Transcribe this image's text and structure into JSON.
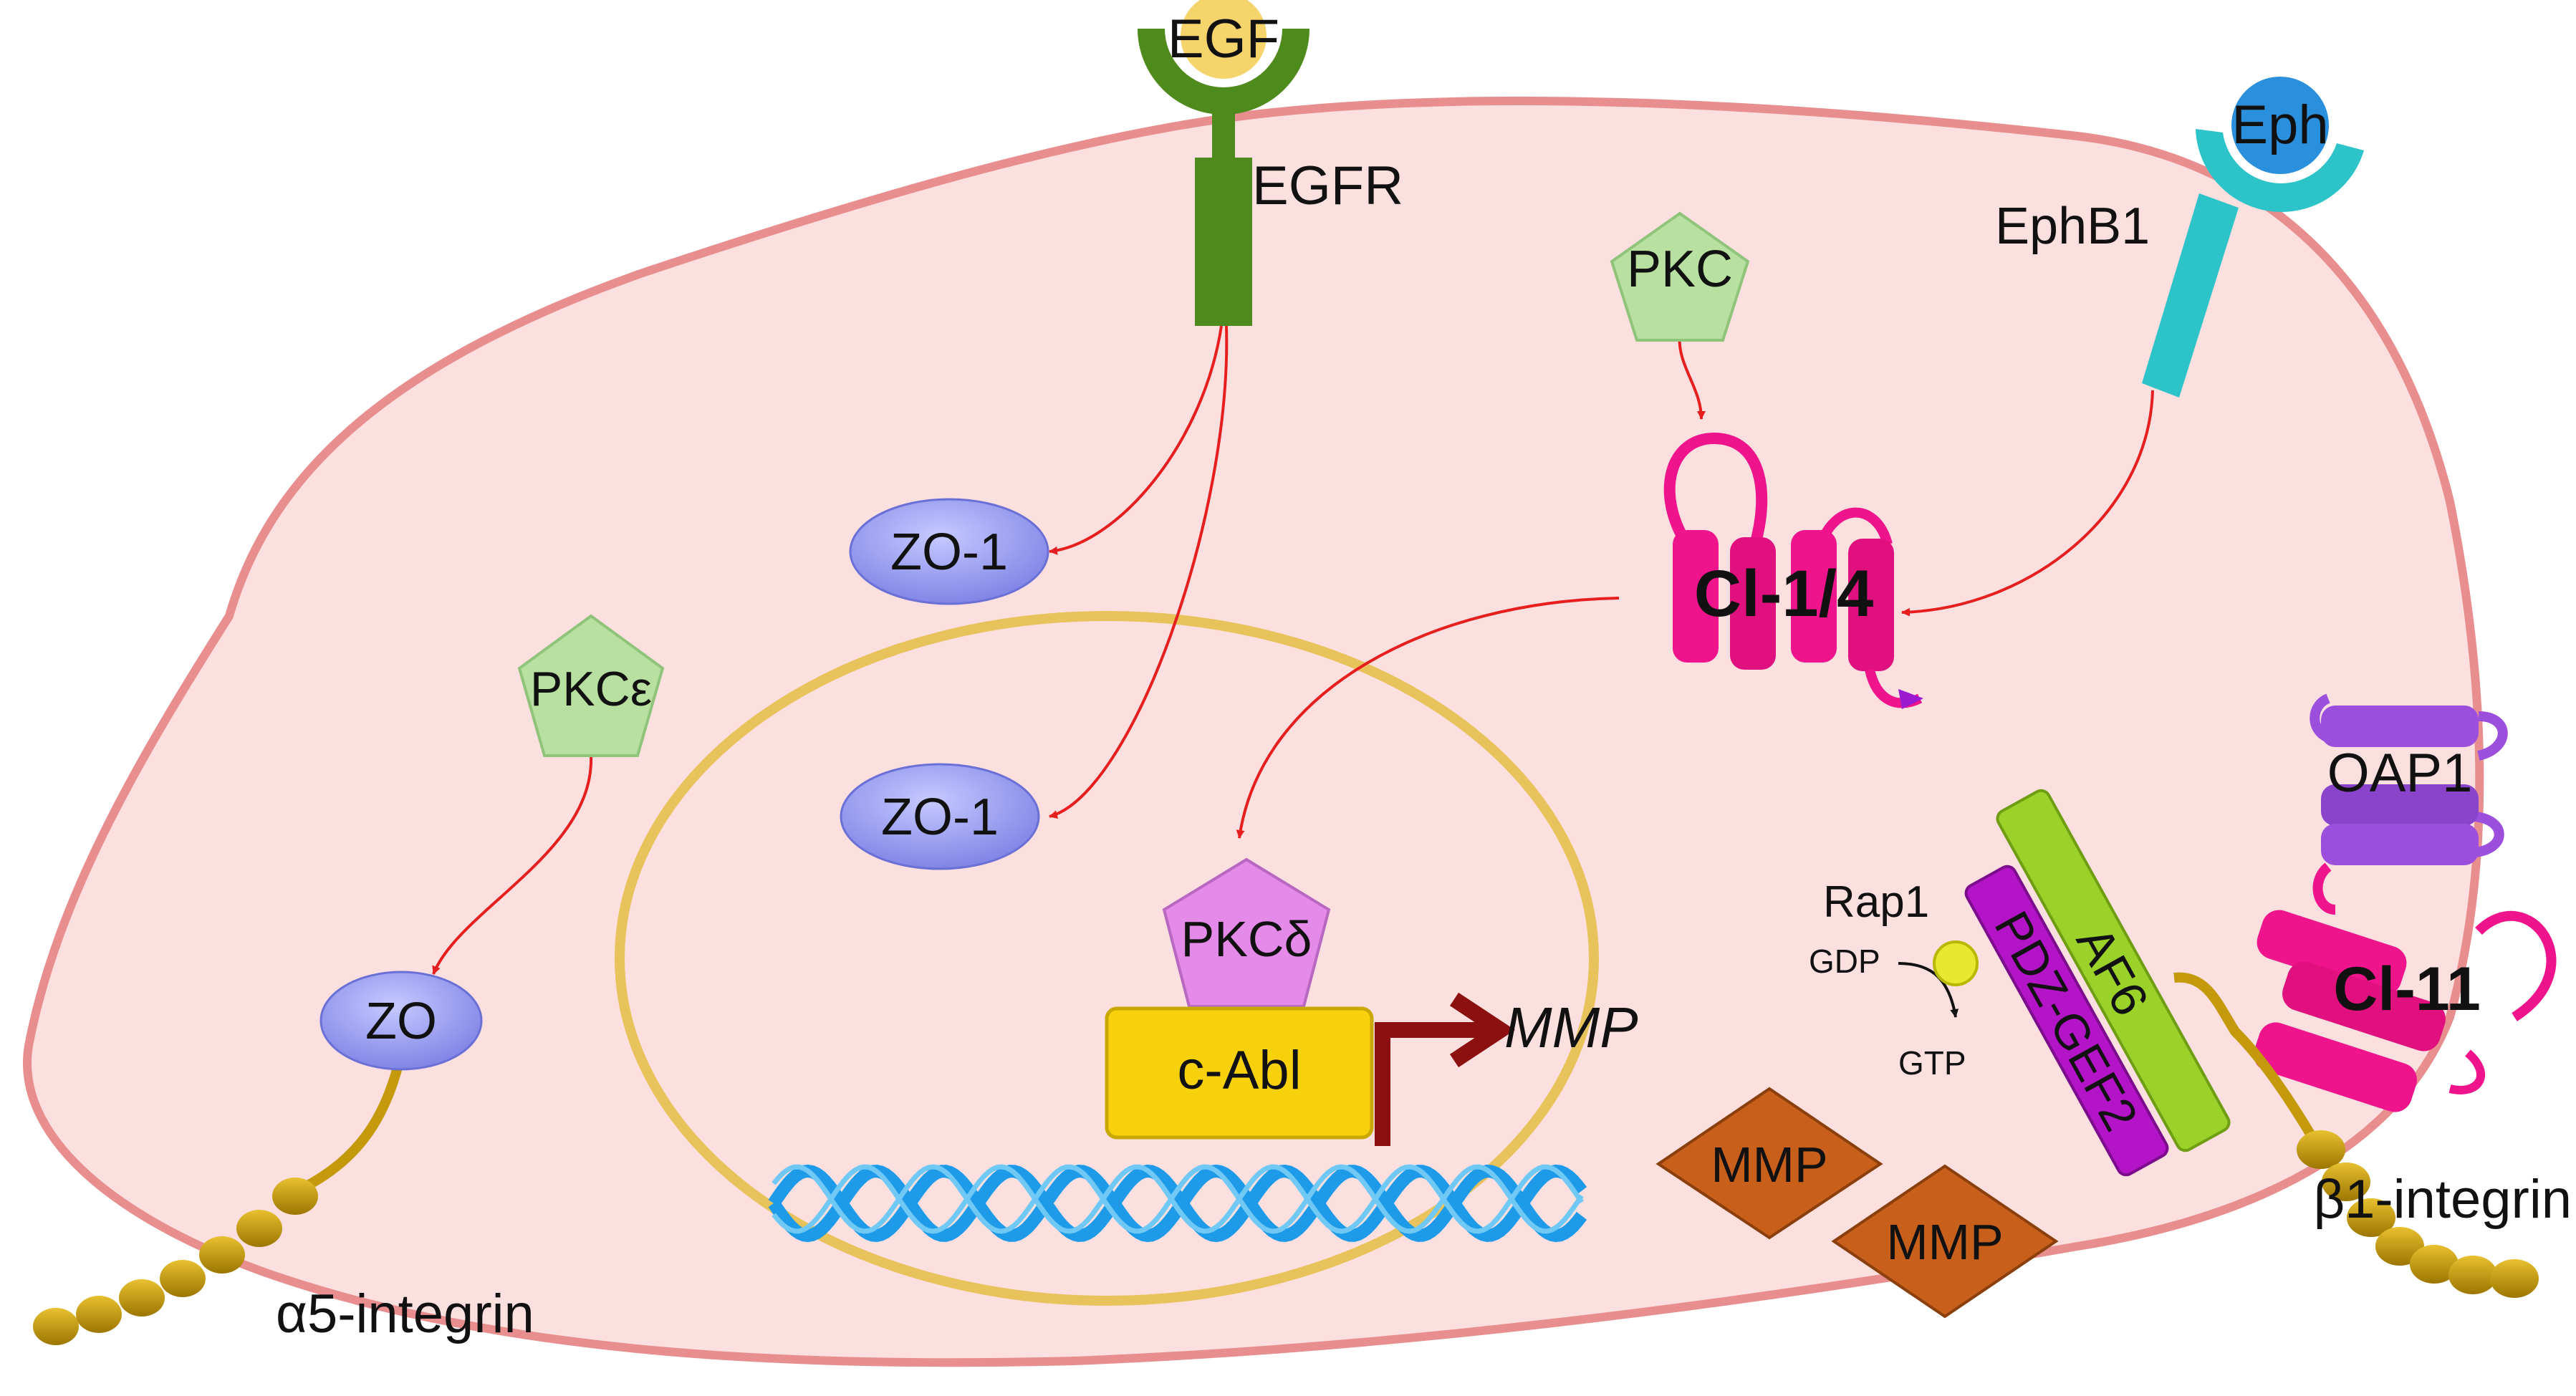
{
  "labels": {
    "egf": "EGF",
    "egfr": "EGFR",
    "eph": "Eph",
    "ephb1": "EphB1",
    "pkc": "PKC",
    "pkc_epsilon": "PKCε",
    "pkc_delta": "PKCδ",
    "zo1_cyto": "ZO-1",
    "zo1_nuc": "ZO-1",
    "zo": "ZO",
    "cl14": "Cl-1/4",
    "cl11": "Cl-11",
    "oap1": "OAP1",
    "af6": "AF6",
    "pdz_gef2": "PDZ-GEF2",
    "rap1": "Rap1",
    "gdp": "GDP",
    "gtp": "GTP",
    "cabl": "c-Abl",
    "mmp_gene": "MMP",
    "mmp1": "MMP",
    "mmp2": "MMP",
    "a5_integrin": "α5-integrin",
    "b1_integrin": "β1-integrin"
  },
  "colors": {
    "cell_fill": "#fce0e0",
    "cell_stroke": "#e88e8e",
    "nucleus_stroke": "#e8c25a",
    "egfr": "#4f8a1c",
    "egf": "#f5d56b",
    "ephb1": "#2cc4c8",
    "eph": "#2a8fdc",
    "pkc": "#b8e0a0",
    "pkc_delta": "#e48ae8",
    "zo": "#8f95ef",
    "claudin": "#f0148c",
    "oap1": "#9b4fdc",
    "af6": "#9bd22a",
    "pdz_gef2": "#b414c8",
    "cabl": "#f7d10c",
    "mmp": "#c8601c",
    "dna": "#1e9be8",
    "integrin": "#c49a0c",
    "arrow": "#e61e1e",
    "gene_arrow": "#8c1010"
  }
}
